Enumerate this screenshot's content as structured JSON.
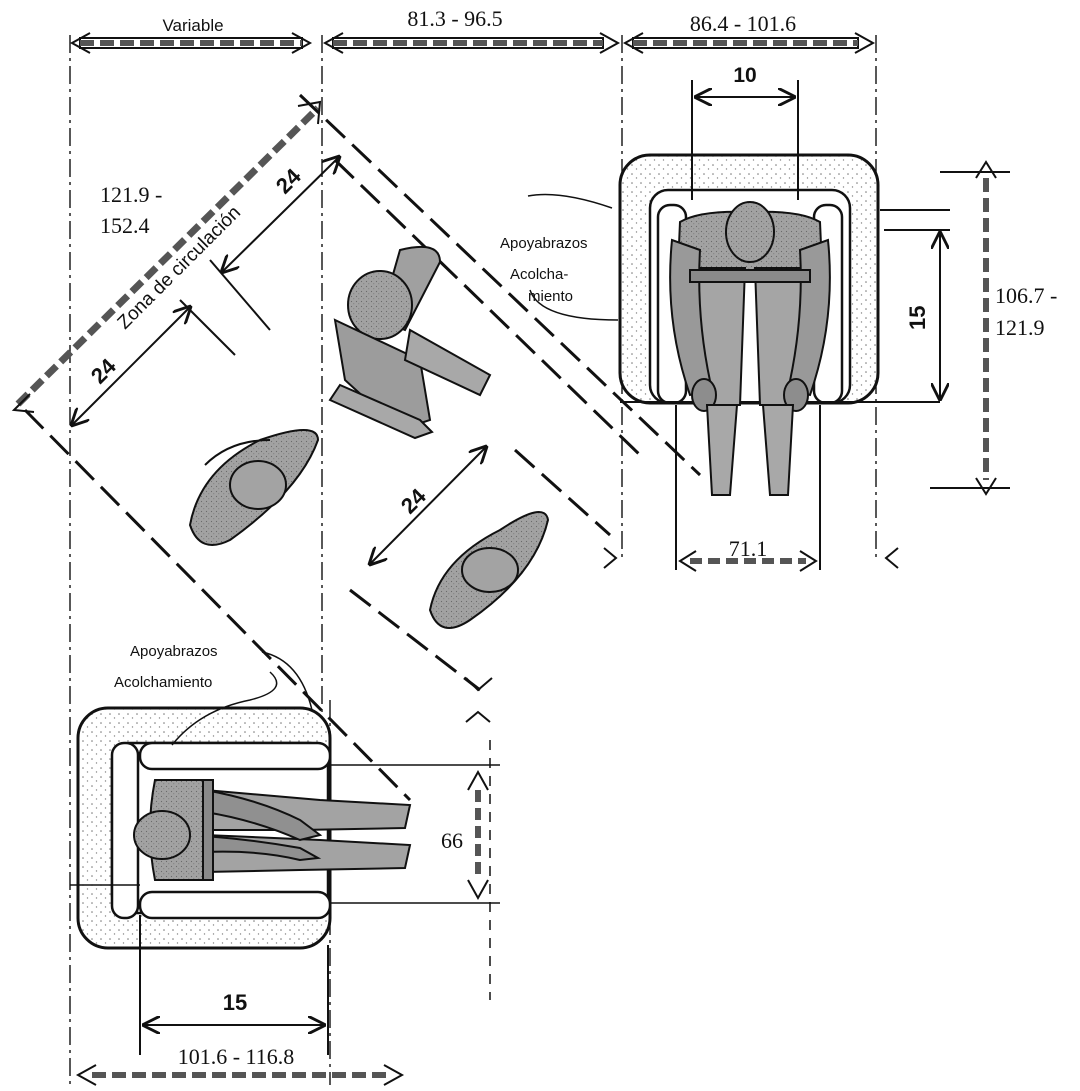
{
  "dimensions": {
    "top_left": "Variable",
    "top_mid": "81.3 - 96.5",
    "top_right": "86.4 - 101.6",
    "seat_10": "10",
    "diag_range_line1": "121.9 -",
    "diag_range_line2": "152.4",
    "diag_24_upper": "24",
    "diag_24_left": "24",
    "diag_24_lower": "24",
    "right_depth_15": "15",
    "right_height_line1": "106.7 -",
    "right_height_line2": "121.9",
    "right_width": "71.1",
    "bottom_width_66": "66",
    "bottom_seat_15": "15",
    "bottom_range": "101.6 - 116.8"
  },
  "labels": {
    "circulation_zone": "Zona de circulación",
    "armrest_top": "Apoyabrazos",
    "padding_top_line1": "Acolcha-",
    "padding_top_line2": "miento",
    "armrest_bottom": "Apoyabrazos",
    "padding_bottom": "Acolchamiento"
  },
  "colors": {
    "ink": "#111111",
    "figure_fill": "#9a9a9a",
    "figure_dark": "#7d7d7d",
    "padding_fill": "#f2f2f2"
  }
}
